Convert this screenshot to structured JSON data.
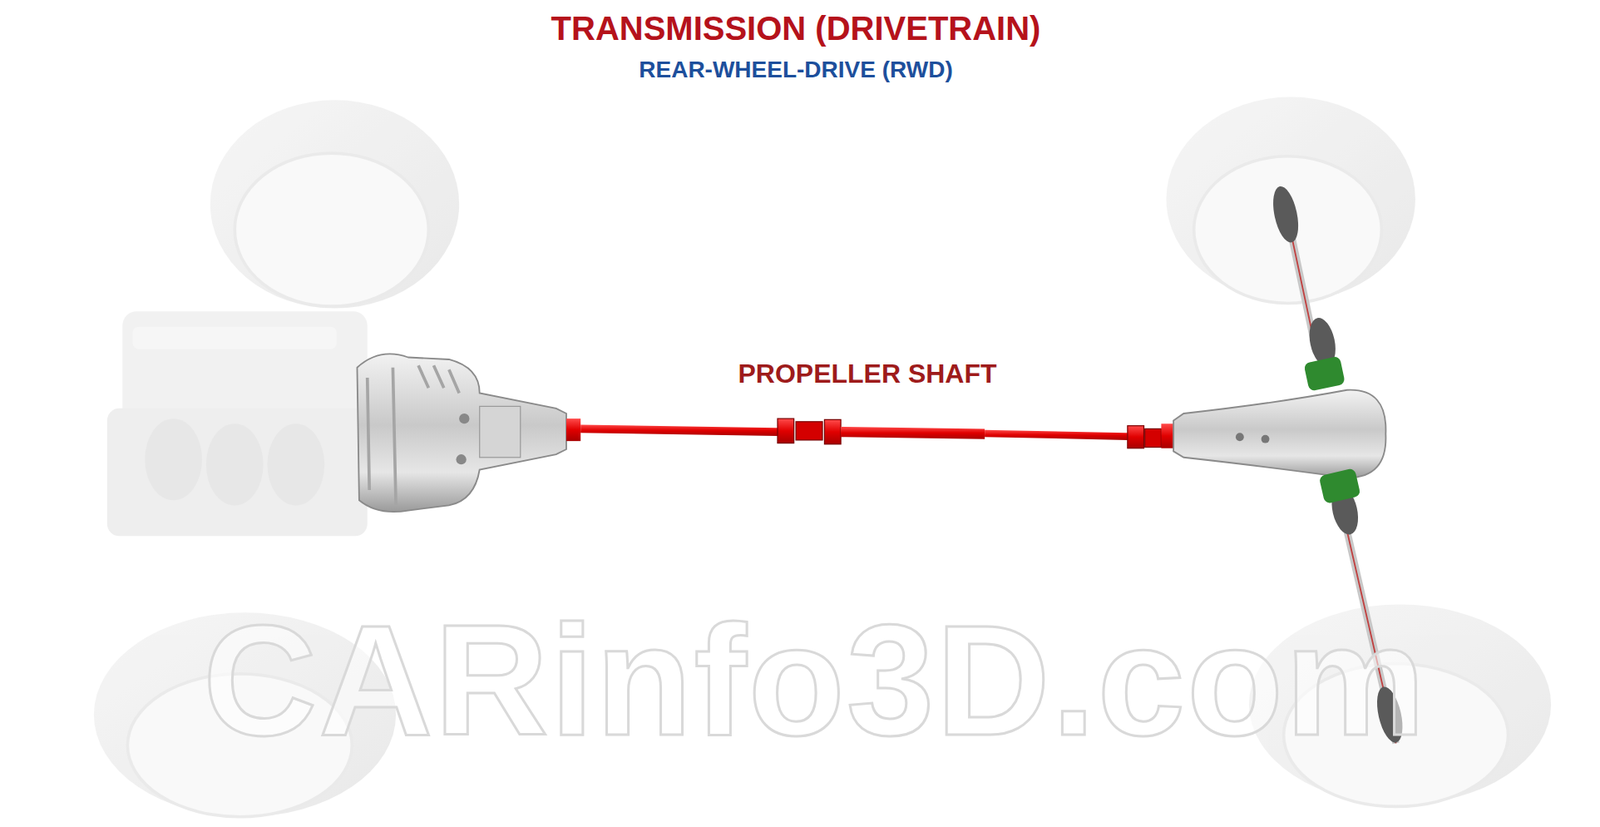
{
  "diagram": {
    "title": "TRANSMISSION (DRIVETRAIN)",
    "labels": [
      "REAR-WHEEL-DRIVE (RWD)",
      "PROPELLER SHAFT",
      "CARinfo3D.com"
    ]
  }
}
